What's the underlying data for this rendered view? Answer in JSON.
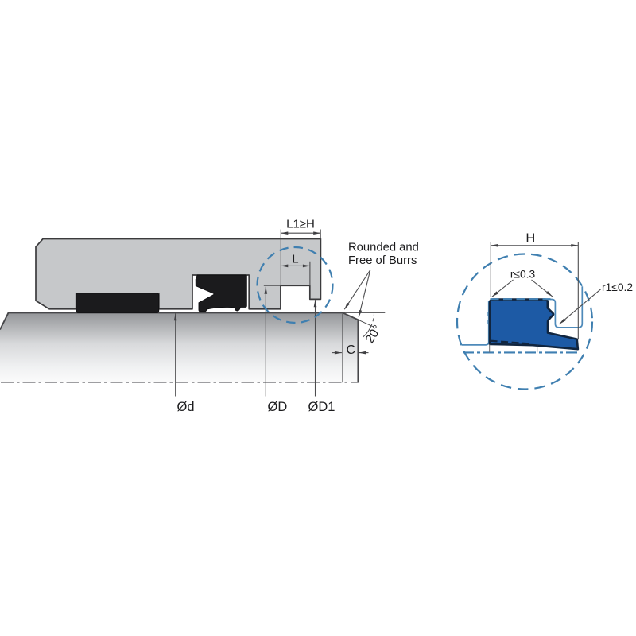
{
  "diagram": {
    "kind": "seal-gland-installation-drawing",
    "labels": {
      "l1_dim": "L1≥H",
      "l_dim": "L",
      "note_line1": "Rounded and",
      "note_line2": "Free of Burrs",
      "angle": "20°",
      "c_dim": "C",
      "dia_shaft": "Ød",
      "dia_groove": "ØD",
      "dia_lip": "ØD1",
      "h_dim": "H",
      "radius_max": "r≤0.3",
      "radius1_max": "r1≤0.2"
    },
    "colors": {
      "background": "#ffffff",
      "housing_fill": "#c6c8ca",
      "housing_outline": "#3b3b3d",
      "seal_black": "#1b1b1d",
      "shaft_top": "#939598",
      "shaft_bottom": "#fafafa",
      "dim_line": "#4c4c4e",
      "centerline": "#7f7f82",
      "callout_blue": "#3f7fb0",
      "groove_outline_blue": "#4e8aba",
      "wiper_fill_blue": "#1d5aa5",
      "wiper_outline_navy": "#10253f",
      "text": "#1c1c1e"
    }
  }
}
